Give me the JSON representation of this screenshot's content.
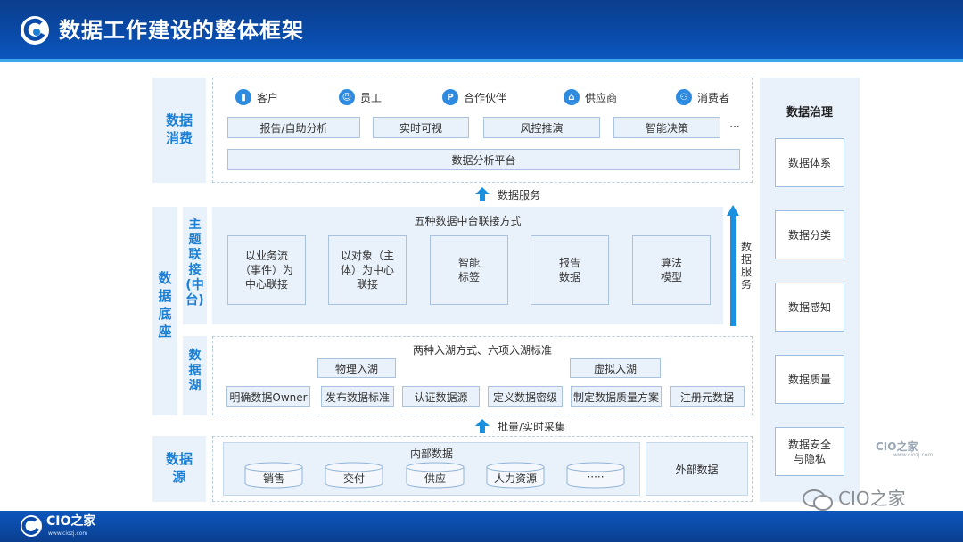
{
  "title": "数据工作建设的整体框架",
  "sections": {
    "consume": "数据\n消费",
    "base": "数据\n底座",
    "source": "数据\n源"
  },
  "consumers": [
    {
      "label": "客户",
      "icon": "building-icon"
    },
    {
      "label": "员工",
      "icon": "person-icon"
    },
    {
      "label": "合作伙伴",
      "icon": "p-icon"
    },
    {
      "label": "供应商",
      "icon": "factory-icon"
    },
    {
      "label": "消费者",
      "icon": "group-icon"
    }
  ],
  "apps": [
    "报告/自助分析",
    "实时可视",
    "风控推演",
    "智能决策",
    "···"
  ],
  "platform": "数据分析平台",
  "data_service_h": "数据服务",
  "topic": {
    "side_label": "主\n题\n联\n接\n(中\n台)",
    "heading": "五种数据中台联接方式",
    "cards": [
      "以业务流\n（事件）为\n中心联接",
      "以对象（主\n体）为中心\n联接",
      "智能\n标签",
      "报告\n数据",
      "算法\n模型"
    ]
  },
  "data_service_v": "数\n据\n服\n务",
  "lake": {
    "side_label": "数\n据\n湖",
    "heading": "两种入湖方式、六项入湖标准",
    "modes": [
      "物理入湖",
      "虚拟入湖"
    ],
    "standards": [
      "明确数据Owner",
      "发布数据标准",
      "认证数据源",
      "定义数据密级",
      "制定数据质量方案",
      "注册元数据"
    ]
  },
  "ingest": "批量/实时采集",
  "source": {
    "internal_title": "内部数据",
    "internal": [
      "销售",
      "交付",
      "供应",
      "人力资源",
      "·····"
    ],
    "external": "外部数据"
  },
  "governance": {
    "title": "数据治理",
    "items": [
      "数据体系",
      "数据分类",
      "数据感知",
      "数据质量",
      "数据安全\n与隐私"
    ]
  },
  "watermark": {
    "brand": "CIO之家",
    "url": "www.ciozj.com",
    "wechat": "CIO之家"
  },
  "footer": {
    "brand": "CIO之家",
    "url": "www.ciozj.com"
  },
  "colors": {
    "accent": "#1a7fd4",
    "header": "#0a4aa8",
    "panel": "#e9f1fa"
  }
}
